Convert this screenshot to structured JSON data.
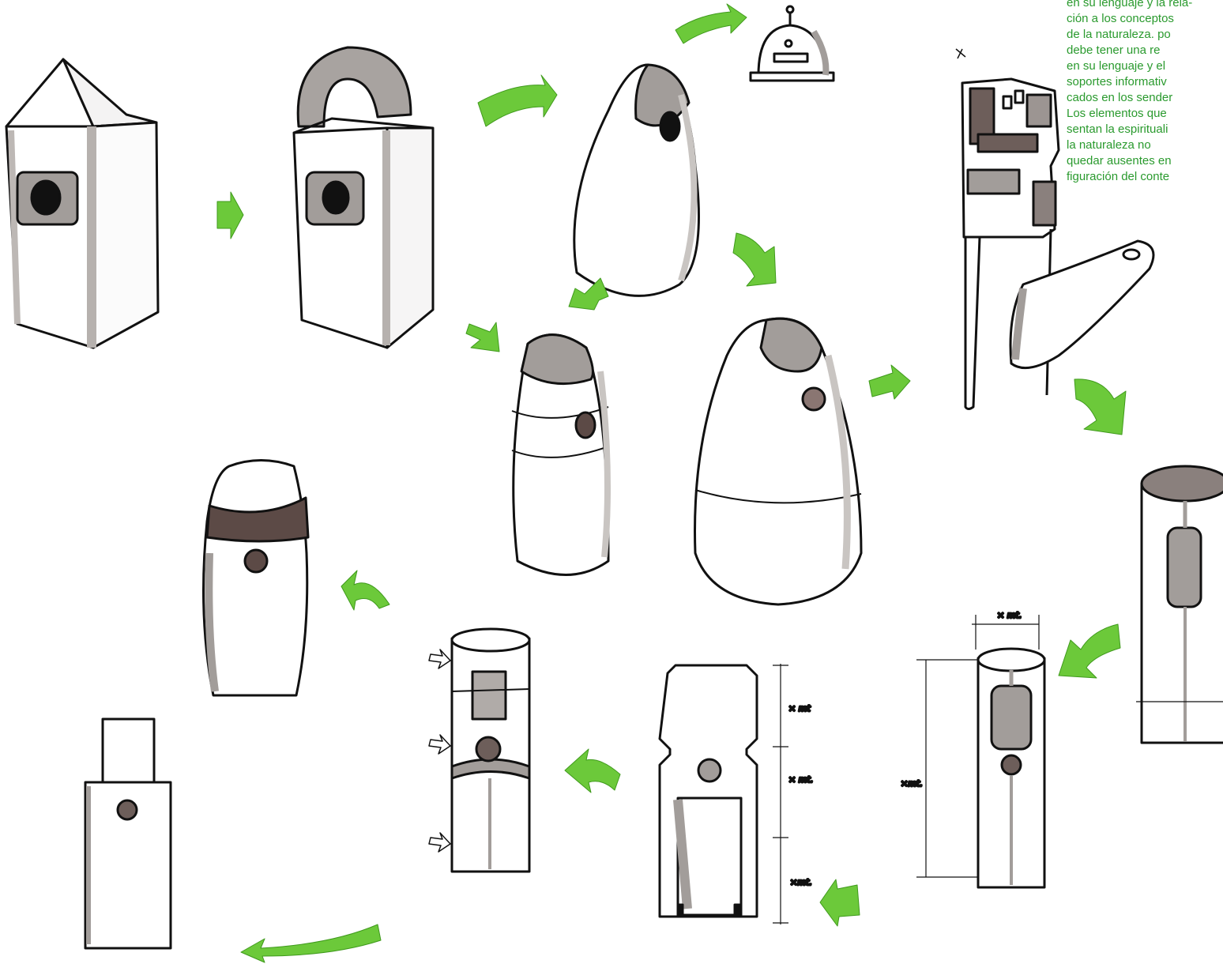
{
  "description_text": {
    "lines": [
      "en su lenguaje y la rela-",
      "ción a los conceptos",
      "de la naturaleza. po",
      "debe tener una re",
      "en su lenguaje y el",
      "soportes informativ",
      "cados en los sender",
      "Los elementos que",
      "sentan la espirituali",
      "la naturaleza no",
      "quedar ausentes en",
      "figuración del conte"
    ]
  },
  "annotations": {
    "dim_top": "× mt.",
    "dim_height": "×mt.",
    "dim_segment_1": "× mt",
    "dim_segment_2": "× mt.",
    "dim_segment_3": "×mt."
  },
  "colors": {
    "arrow_green": "#6cc93a",
    "arrow_dark": "#3f9a1c",
    "ink": "#111111",
    "shade_gray": "#9a9592",
    "shade_brown": "#5c4a46",
    "text_green": "#2a9a2e"
  }
}
